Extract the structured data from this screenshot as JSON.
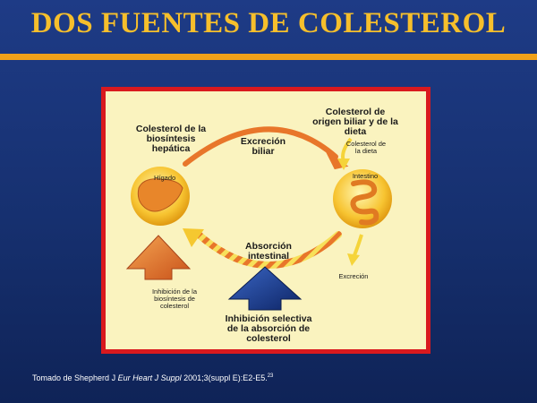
{
  "title": "DOS FUENTES DE COLESTEROL",
  "labels": {
    "hepatic": "Colesterol de la biosíntesis hepática",
    "liver": "Hígado",
    "biliary_excretion": "Excreción biliar",
    "origin_biliary_diet": "Colesterol de origen biliar y de la dieta",
    "diet_cholesterol": "Colesterol de la dieta",
    "intestine": "Intestino",
    "absorption": "Absorción intestinal",
    "excretion": "Excreción",
    "inhibition_synthesis": "Inhibición de la biosíntesis de colesterol",
    "inhibition_selective": "Inhibición selectiva de la absorción de colesterol"
  },
  "footer": {
    "prefix": "Tomado de Shepherd J",
    "journal": "Eur Heart J Suppl",
    "citation": "2001;3(suppl E):E2-E5.",
    "ref": "23"
  },
  "colors": {
    "title": "#f6bf2c",
    "rule": "#f0a11a",
    "panel_border": "#d9191e",
    "panel_fill": "#faf3bf",
    "orange_arrow": "#e8762a",
    "blue_arrow": "#1c3f8e",
    "yellow_arrow": "#f5d43a",
    "organ_circle": "#f7c431"
  },
  "icons": {
    "liver": "liver-icon",
    "intestine": "intestine-icon"
  }
}
